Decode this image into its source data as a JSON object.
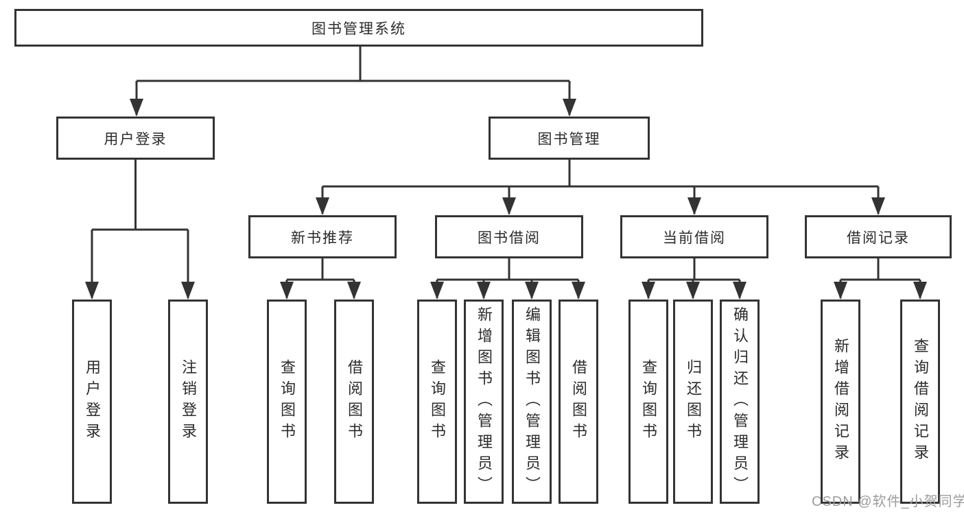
{
  "diagram": {
    "root": {
      "label": "图书管理系统"
    },
    "level2": [
      {
        "label": "用户登录",
        "parent": "图书管理系统"
      },
      {
        "label": "图书管理",
        "parent": "图书管理系统"
      }
    ],
    "level3": [
      {
        "label": "新书推荐",
        "parent": "图书管理"
      },
      {
        "label": "图书借阅",
        "parent": "图书管理"
      },
      {
        "label": "当前借阅",
        "parent": "图书管理"
      },
      {
        "label": "借阅记录",
        "parent": "图书管理"
      }
    ],
    "leaves": [
      {
        "label": "用户登录",
        "parent": "用户登录"
      },
      {
        "label": "注销登录",
        "parent": "用户登录"
      },
      {
        "label": "查询图书",
        "parent": "新书推荐"
      },
      {
        "label": "借阅图书",
        "parent": "新书推荐"
      },
      {
        "label": "查询图书",
        "parent": "图书借阅"
      },
      {
        "label": "新增图书（管理员）",
        "parent": "图书借阅"
      },
      {
        "label": "编辑图书（管理员）",
        "parent": "图书借阅"
      },
      {
        "label": "借阅图书",
        "parent": "图书借阅"
      },
      {
        "label": "查询图书",
        "parent": "当前借阅"
      },
      {
        "label": "归还图书",
        "parent": "当前借阅"
      },
      {
        "label": "确认归还（管理员）",
        "parent": "当前借阅"
      },
      {
        "label": "新增借阅记录",
        "parent": "借阅记录"
      },
      {
        "label": "查询借阅记录",
        "parent": "借阅记录"
      }
    ],
    "watermark": "CSDN @软件_小贺同学",
    "colors": {
      "line": "#333333",
      "text": "#2b2b2b",
      "watermark": "#9c9c9c",
      "background": "#ffffff"
    }
  }
}
